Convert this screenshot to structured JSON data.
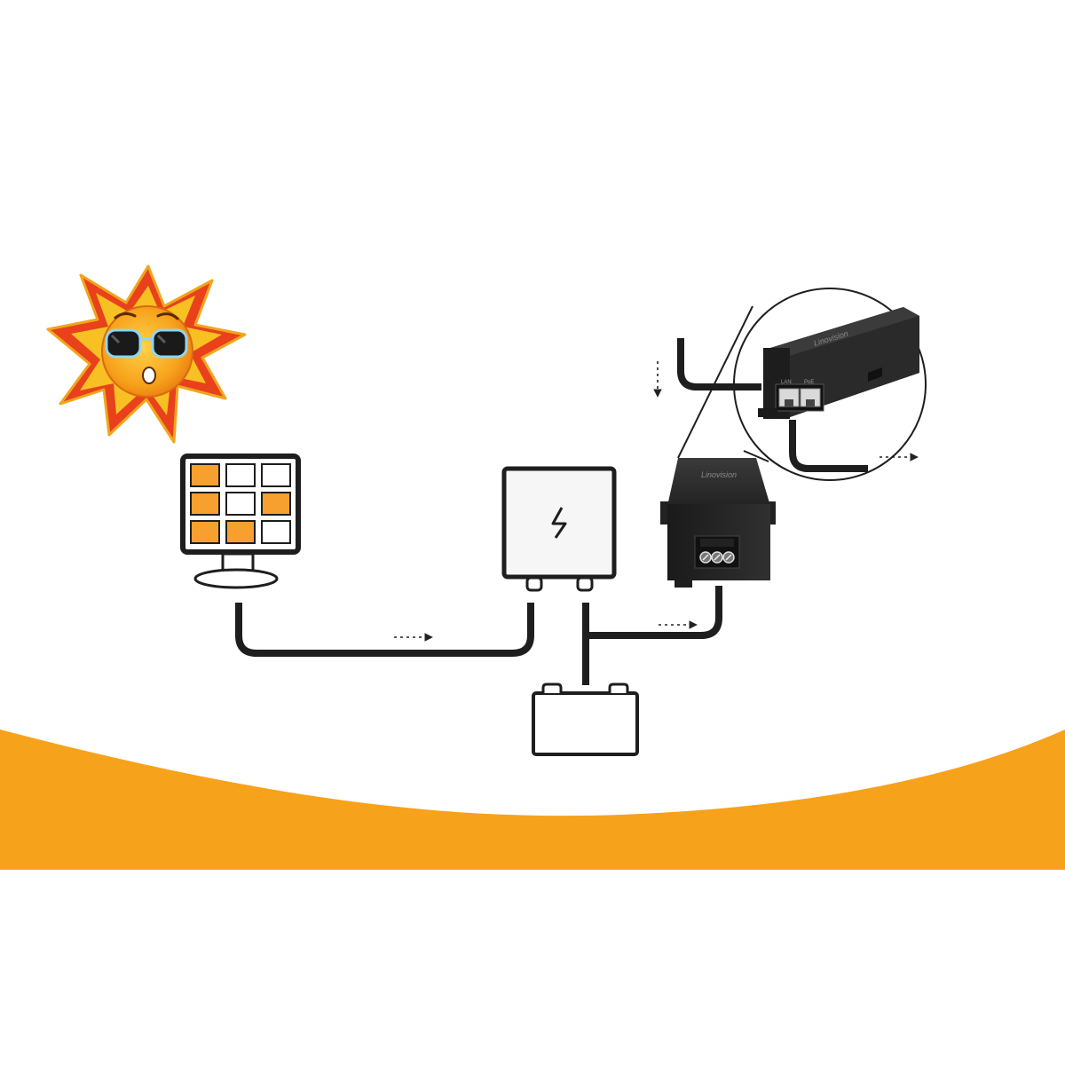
{
  "diagram": {
    "components": [
      {
        "id": "sun",
        "icon": "sun-with-sunglasses-icon"
      },
      {
        "id": "solar-panel",
        "icon": "solar-panel-icon"
      },
      {
        "id": "charge-controller",
        "icon": "lightning-bolt-icon"
      },
      {
        "id": "battery",
        "icon": "battery-icon"
      },
      {
        "id": "poe-injector",
        "icon": "poe-injector-device"
      },
      {
        "id": "poe-injector-zoom",
        "icon": "rj45-ports-closeup"
      }
    ],
    "connections": [
      {
        "from": "solar-panel",
        "to": "charge-controller"
      },
      {
        "from": "charge-controller",
        "to": "battery"
      },
      {
        "from": "charge-controller",
        "to": "poe-injector"
      },
      {
        "from": "network",
        "to": "poe-injector"
      },
      {
        "from": "poe-injector",
        "to": "device"
      }
    ],
    "device_brand_text": "Linovision",
    "port_labels": [
      "LAN",
      "PoE"
    ],
    "colors": {
      "accent": "#f7a21b",
      "panel_cell_orange": "#f7a030",
      "cable": "#1e1e1e",
      "device_body": "#2b2b2b"
    }
  }
}
